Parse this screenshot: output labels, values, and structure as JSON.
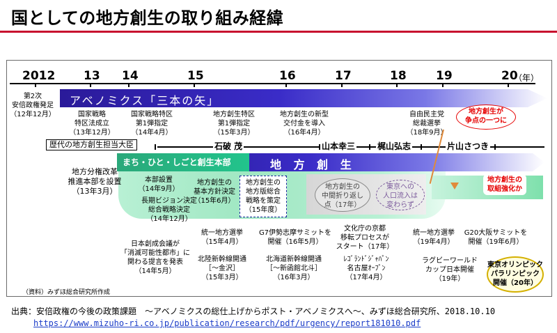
{
  "title": "国としての地方創生の取り組み経緯",
  "years": [
    "2012",
    "13",
    "14",
    "15",
    "16",
    "17",
    "18",
    "19",
    "20"
  ],
  "year_suffix": "（年）",
  "abenomics_label": "アベノミクス「三本の矢」",
  "ministers": {
    "label": "歴代の地方創生担当大臣",
    "names": [
      "石破 茂",
      "山本幸三",
      "梶山弘志",
      "片山さつき"
    ]
  },
  "machi_label": "まち・ひと・しごと創生本部",
  "chiho_label": "地 方 創 生",
  "upper_events": [
    {
      "text": [
        "第2次",
        "安倍政権発足",
        "（12年12月）"
      ]
    },
    {
      "text": [
        "国家戦略",
        "特区法成立",
        "（13年12月）"
      ]
    },
    {
      "text": [
        "国家戦略特区",
        "第1弾指定",
        "（14年4月）"
      ]
    },
    {
      "text": [
        "地方創生特区",
        "第1弾指定",
        "（15年3月）"
      ]
    },
    {
      "text": [
        "地方創生の新型",
        "交付金を導入",
        "（16年4月）"
      ]
    },
    {
      "text": [
        "自由民主党",
        "総裁選挙",
        "（18年9月）"
      ]
    }
  ],
  "callout_red": [
    "地方創生が",
    "争点の一つに"
  ],
  "callout_green": [
    "地方創生の",
    "取組強化か"
  ],
  "mid_events": {
    "chiho_bunken": [
      "地方分権改革",
      "推進本部を設置",
      "（13年3月）"
    ],
    "honbu": [
      "本部設置",
      "（14年9月）"
    ],
    "vision": [
      "長期ビジョン決定",
      "総合戦略決定",
      "（14年12月）"
    ],
    "kihon": [
      "地方創生の",
      "基本方針決定",
      "（15年6月）"
    ],
    "sogo": [
      "地方創生の",
      "地方版総合",
      "戦略を策定",
      "（15年度）"
    ],
    "oritaeshi": [
      "地方創生の",
      "中間折り返し",
      "点（17年）"
    ],
    "tokyo": [
      "東京への",
      "人口流入は",
      "変わらず"
    ]
  },
  "lower_events": [
    {
      "text": [
        "日本創成会議が",
        "「消滅可能性都市」に",
        "関わる提言を発表",
        "（14年5月）"
      ]
    },
    {
      "text": [
        "統一地方選挙",
        "（15年4月）"
      ]
    },
    {
      "text": [
        "北陸新幹線開通",
        "［～金沢］",
        "（15年3月）"
      ]
    },
    {
      "text": [
        "G7伊勢志摩サミットを",
        "開催（16年5月）"
      ]
    },
    {
      "text": [
        "北海道新幹線開通",
        "［～新函館北斗］",
        "（16年3月）"
      ]
    },
    {
      "text": [
        "文化庁の京都",
        "移転プロセスが",
        "スタート（17年）"
      ]
    },
    {
      "text": [
        "ﾚｺﾞﾗﾝﾄﾞｼﾞｬﾊﾟﾝ",
        "名古屋ｵｰﾌﾟﾝ",
        "（17年4月）"
      ]
    },
    {
      "text": [
        "統一地方選挙",
        "（19年4月）"
      ]
    },
    {
      "text": [
        "G20大阪サミットを",
        "開催（19年6月）"
      ]
    },
    {
      "text": [
        "ラグビーワールド",
        "カップ日本開催",
        "（19年）"
      ]
    }
  ],
  "olympics": [
    "東京オリンピック",
    "パラリンピック",
    "開催（20年）"
  ],
  "note": "（資料）みずほ総合研究所作成",
  "source": "出典：安倍政権の今後の政策課題　～アベノミクスの総仕上げからポスト・アベノミクスへ～、みずほ総合研究所、2018.10.10",
  "url": "https://www.mizuho-ri.co.jp/publication/research/pdf/urgency/report181010.pdf",
  "colors": {
    "accent_red": "#c8102e",
    "bar_blue": "#2a1a99",
    "green": "#22c48c"
  }
}
